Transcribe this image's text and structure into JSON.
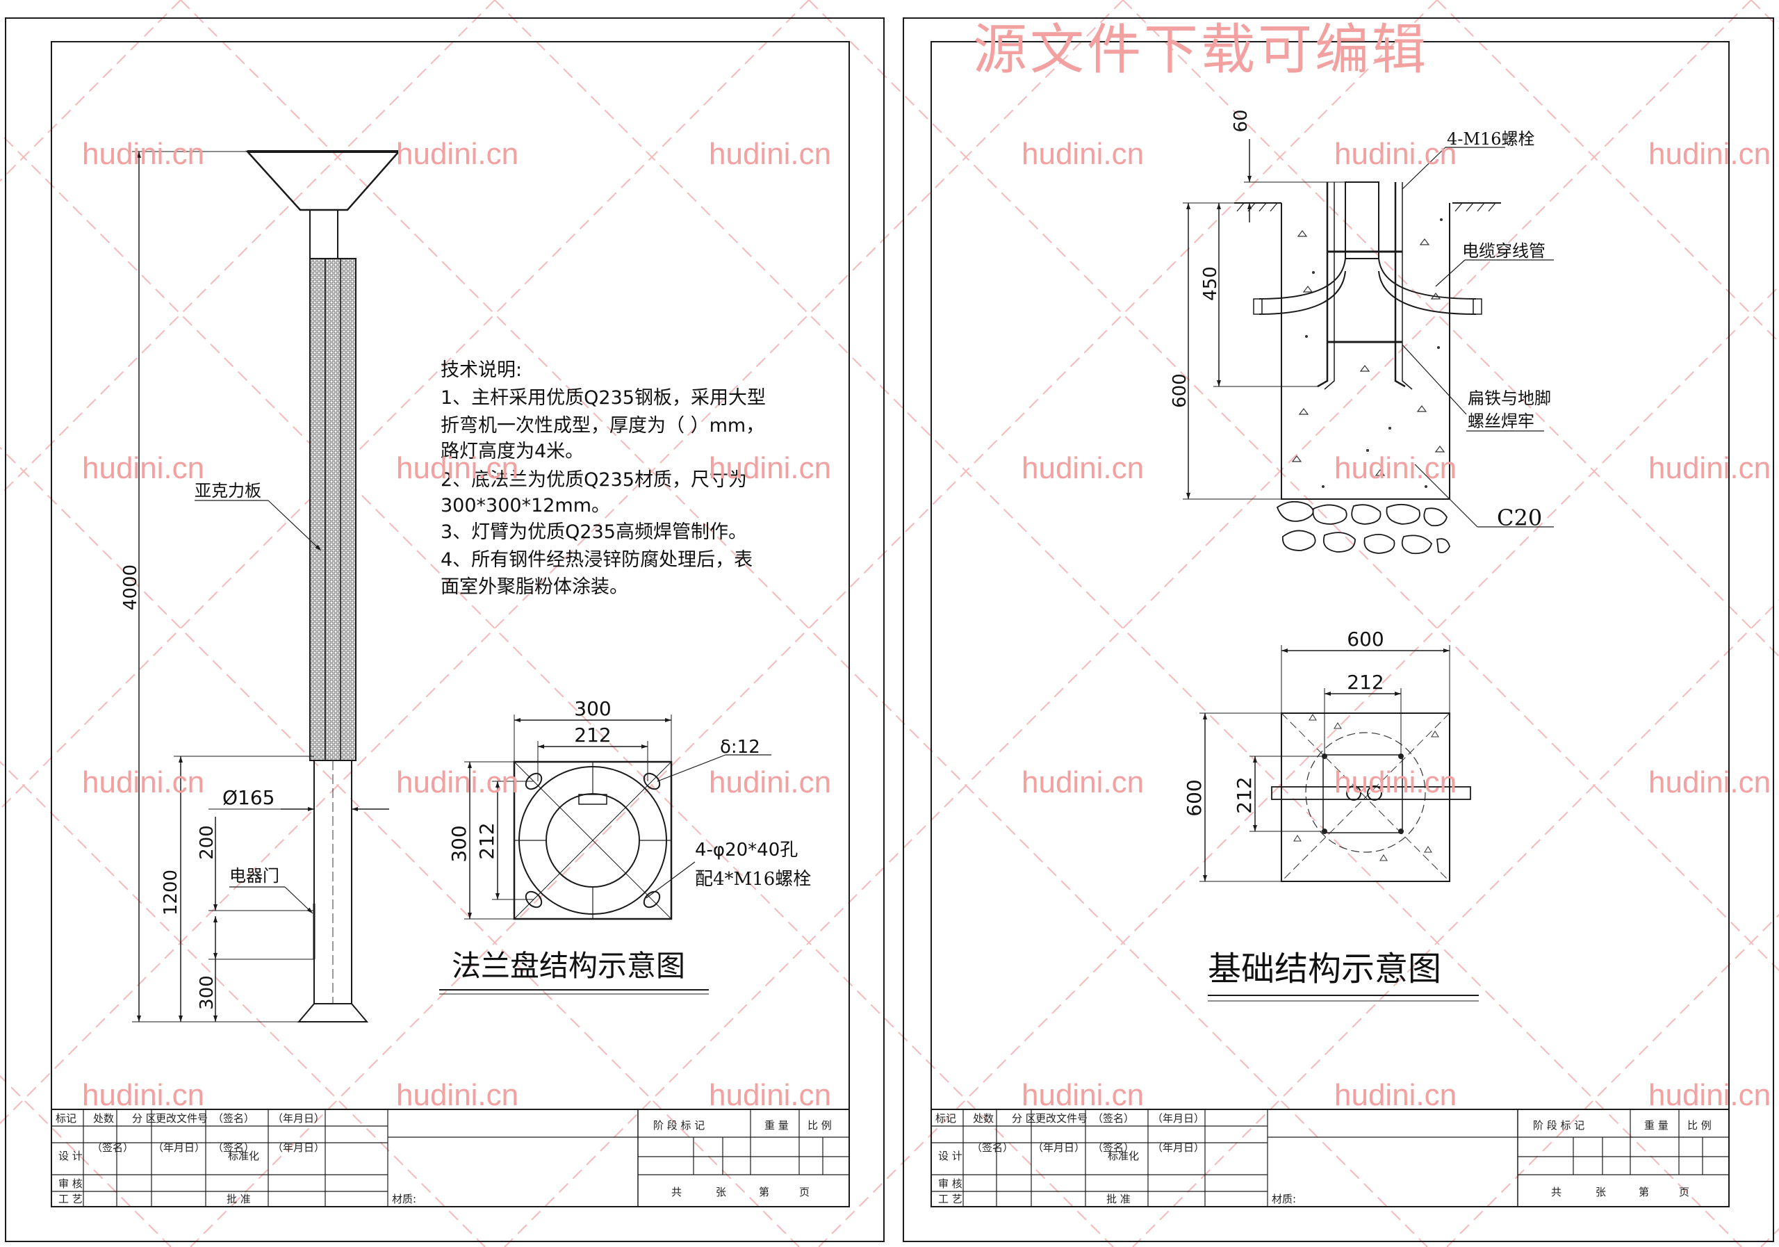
{
  "watermark": {
    "site": "hudini.cn",
    "banner": "源文件下载可编辑",
    "color": "#f2a0a0"
  },
  "pole": {
    "height_label": "4000",
    "panel_label": "亚克力板",
    "diameter_label": "Ø165",
    "door_height_label": "1200",
    "door_span_label": "200",
    "door_label": "电器门",
    "door_base_label": "300"
  },
  "tech_notes": {
    "heading": "技术说明:",
    "lines": [
      "1、主杆采用优质Q235钢板，采用大型",
      "折弯机一次性成型，厚度为（  ）mm，",
      "路灯高度为4米。",
      "2、底法兰为优质Q235材质，尺寸为",
      "300*300*12mm。",
      "3、灯臂为优质Q235高频焊管制作。",
      "4、所有钢件经热浸锌防腐处理后，表",
      "面室外聚脂粉体涂装。"
    ]
  },
  "flange": {
    "width_outer": "300",
    "width_inner": "212",
    "height_outer": "300",
    "height_inner": "212",
    "thickness": "δ:12",
    "holes_line1": "4-φ20*40孔",
    "holes_line2": "配4*M16螺栓",
    "title": "法兰盘结构示意图"
  },
  "foundation_section": {
    "top_dim": "60",
    "mid_dim": "450",
    "total_dim": "600",
    "bolts": "4-M16螺栓",
    "conduit": "电缆穿线管",
    "weld_line1": "扁铁与地脚",
    "weld_line2": "螺丝焊牢",
    "concrete": "C20"
  },
  "foundation_plan": {
    "width": "600",
    "inner_width": "212",
    "height": "600",
    "inner_height": "212",
    "title": "基础结构示意图"
  },
  "title_block": {
    "mark": "标记",
    "count": "处数",
    "zone": "分 区",
    "change_doc": "更改文件号",
    "sign": "（签名）",
    "date": "（年月日）",
    "design": "设 计",
    "standard": "标准化",
    "review": "审 核",
    "process": "工 艺",
    "approve": "批 准",
    "material": "材质:",
    "stage_mark": "阶 段 标 记",
    "weight": "重 量",
    "scale": "比 例",
    "total": "共",
    "sheets": "张",
    "page": "第",
    "page_unit": "页"
  }
}
